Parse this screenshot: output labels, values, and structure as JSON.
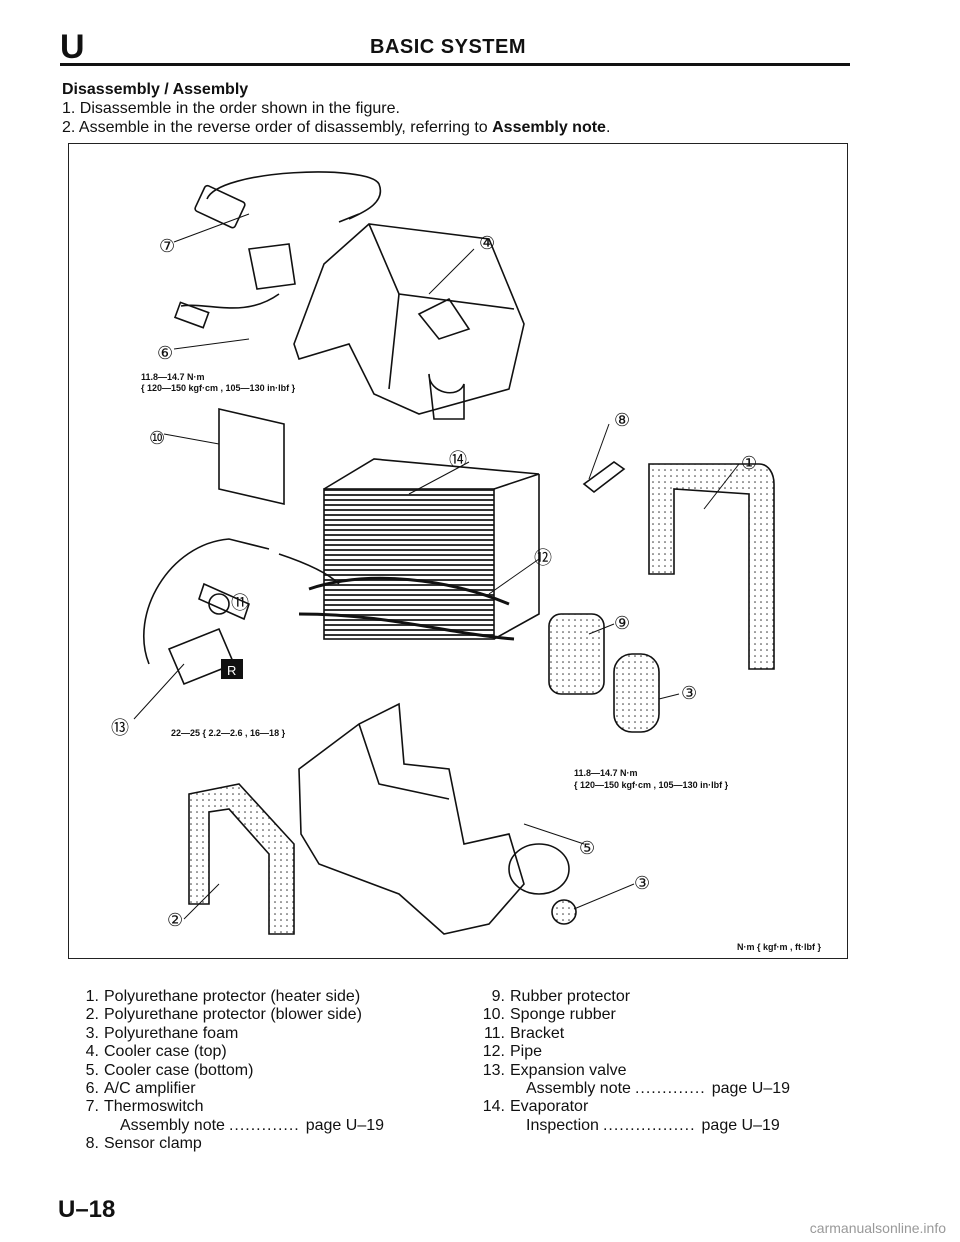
{
  "header": {
    "section_letter": "U",
    "title": "BASIC SYSTEM"
  },
  "intro": {
    "heading": "Disassembly / Assembly",
    "step1": "1. Disassemble in the order shown in the figure.",
    "step2_prefix": "2. Assemble in the reverse order of disassembly, referring to ",
    "step2_bold": "Assembly note",
    "step2_suffix": "."
  },
  "figure": {
    "callouts": [
      "①",
      "②",
      "③",
      "③",
      "④",
      "⑤",
      "⑥",
      "⑦",
      "⑧",
      "⑨",
      "⑩",
      "⑪",
      "⑫",
      "⑬",
      "⑭"
    ],
    "torque_1_line1": "11.8—14.7 N·m",
    "torque_1_line2": "{ 120—150 kgf·cm , 105—130 in·lbf }",
    "torque_2": "22—25 { 2.2—2.6 , 16—18 }",
    "torque_3_line1": "11.8—14.7 N·m",
    "torque_3_line2": "{ 120—150 kgf·cm , 105—130 in·lbf }",
    "r_badge": "R",
    "units_note": "N·m { kgf·m , ft·lbf }"
  },
  "legend": {
    "left": [
      {
        "num": "1.",
        "text": "Polyurethane protector (heater side)"
      },
      {
        "num": "2.",
        "text": "Polyurethane protector (blower side)"
      },
      {
        "num": "3.",
        "text": "Polyurethane foam"
      },
      {
        "num": "4.",
        "text": "Cooler case (top)"
      },
      {
        "num": "5.",
        "text": "Cooler case (bottom)"
      },
      {
        "num": "6.",
        "text": "A/C amplifier"
      },
      {
        "num": "7.",
        "text": "Thermoswitch"
      },
      {
        "sub": "Assembly note",
        "dots": ".............",
        "ref": "page U–19"
      },
      {
        "num": "8.",
        "text": "Sensor clamp"
      }
    ],
    "right": [
      {
        "num": "9.",
        "text": "Rubber protector"
      },
      {
        "num": "10.",
        "text": "Sponge rubber"
      },
      {
        "num": "11.",
        "text": "Bracket"
      },
      {
        "num": "12.",
        "text": "Pipe"
      },
      {
        "num": "13.",
        "text": "Expansion valve"
      },
      {
        "sub": "Assembly note",
        "dots": ".............",
        "ref": "page U–19"
      },
      {
        "num": "14.",
        "text": "Evaporator"
      },
      {
        "sub": "Inspection",
        "dots": ".................",
        "ref": "page U–19"
      }
    ]
  },
  "page_number": "U–18",
  "watermark": "carmanualsonline.info"
}
